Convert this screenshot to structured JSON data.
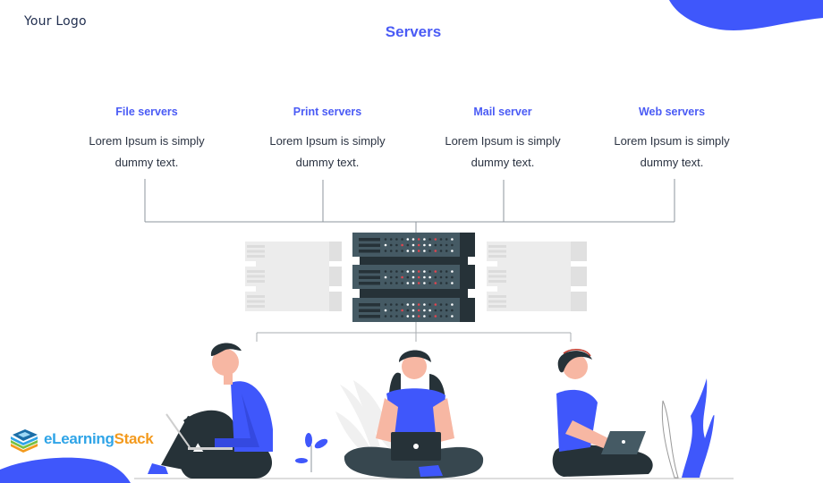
{
  "header": {
    "logo": "Your Logo",
    "title": "Servers"
  },
  "columns": [
    {
      "title": "File servers",
      "desc_line1": "Lorem Ipsum is simply",
      "desc_line2": "dummy text."
    },
    {
      "title": "Print servers",
      "desc_line1": "Lorem Ipsum is simply",
      "desc_line2": "dummy text."
    },
    {
      "title": "Mail server",
      "desc_line1": "Lorem Ipsum is simply",
      "desc_line2": "dummy text."
    },
    {
      "title": "Web servers",
      "desc_line1": "Lorem Ipsum is simply",
      "desc_line2": "dummy text."
    }
  ],
  "brand": {
    "part1": "eLearning",
    "part2": "Stack"
  },
  "colors": {
    "accent": "#4a5bf5",
    "blob": "#3f57fb",
    "server": "#3f4e59",
    "server_dark": "#263238",
    "led_red": "#e0454f"
  },
  "illustration": {
    "people": [
      "man-sitting-with-laptop",
      "woman-cross-legged-with-laptop",
      "woman-with-headband-laptop"
    ],
    "plants": [
      "small-blue-plant",
      "grey-leaf-plant",
      "tall-blue-plant"
    ]
  }
}
